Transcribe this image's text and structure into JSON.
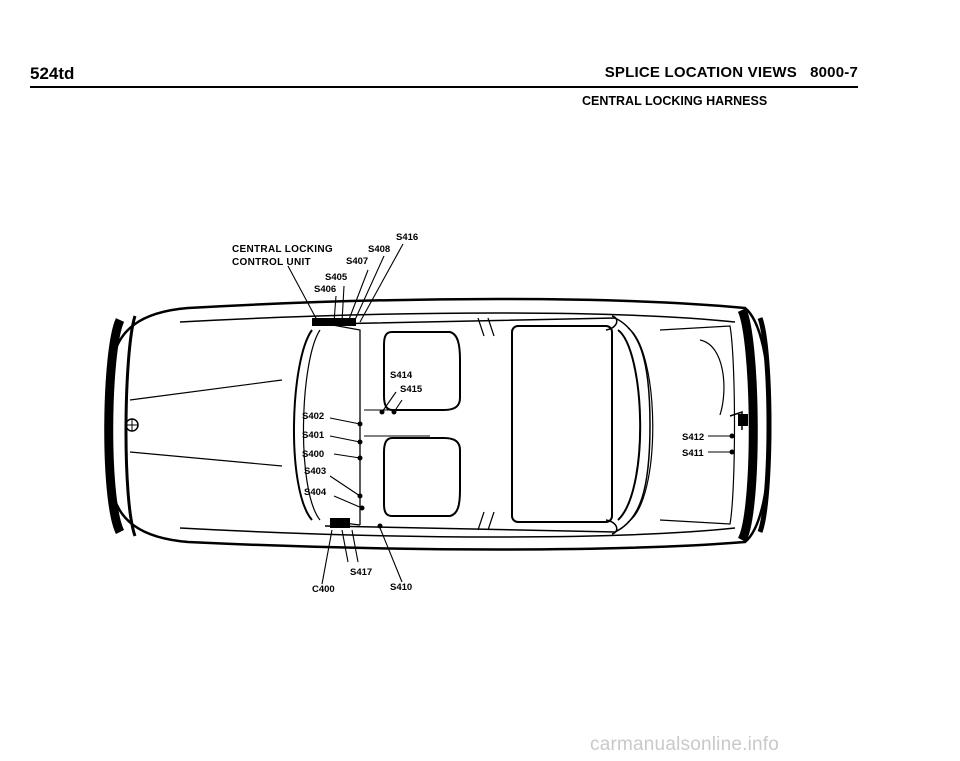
{
  "header": {
    "page_id": "524td",
    "section_title": "SPLICE LOCATION VIEWS   8000-7",
    "subtitle": "CENTRAL LOCKING HARNESS"
  },
  "diagram": {
    "control_unit_label_line1": "CENTRAL LOCKING",
    "control_unit_label_line2": "CONTROL UNIT",
    "splices": {
      "s416": "S416",
      "s408": "S408",
      "s407": "S407",
      "s405": "S405",
      "s406": "S406",
      "s414": "S414",
      "s415": "S415",
      "s402": "S402",
      "s401": "S401",
      "s400": "S400",
      "s403": "S403",
      "s404": "S404",
      "s412": "S412",
      "s411": "S411",
      "s417": "S417",
      "c400": "C400",
      "s410": "S410"
    }
  },
  "watermark": "carmanualsonline.info"
}
